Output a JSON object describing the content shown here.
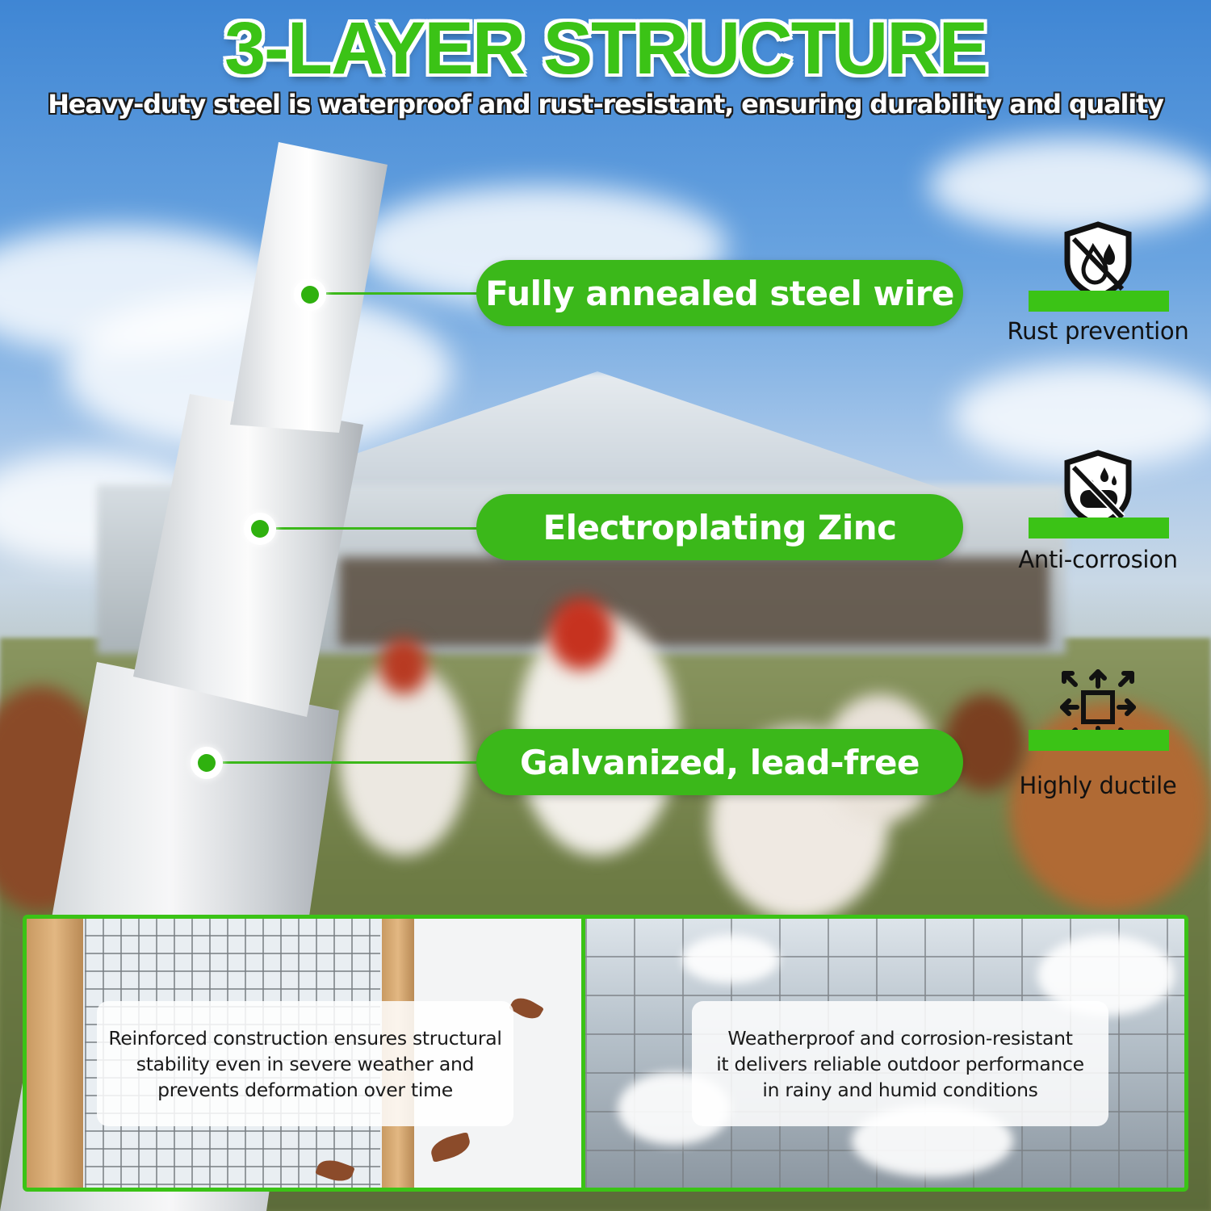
{
  "header": {
    "title": "3-LAYER STRUCTURE",
    "subtitle": "Heavy-duty steel is waterproof and rust-resistant, ensuring durability and quality"
  },
  "layers": [
    {
      "label": "Fully annealed steel wire"
    },
    {
      "label": "Electroplating Zinc"
    },
    {
      "label": "Galvanized, lead-free"
    }
  ],
  "features": [
    {
      "icon": "rust-shield-icon",
      "label": "Rust prevention"
    },
    {
      "icon": "corrosion-shield-icon",
      "label": "Anti-corrosion"
    },
    {
      "icon": "expand-arrows-icon",
      "label": "Highly ductile"
    }
  ],
  "panels": {
    "left": {
      "lines": [
        "Reinforced construction ensures structural",
        "stability even in severe weather and",
        "prevents deformation over time"
      ]
    },
    "right": {
      "lines": [
        "Weatherproof and corrosion-resistant",
        "it delivers reliable outdoor performance",
        "in rainy and humid conditions"
      ]
    }
  },
  "colors": {
    "accent_green": "#3bb81a",
    "title_green": "#3bc316"
  }
}
